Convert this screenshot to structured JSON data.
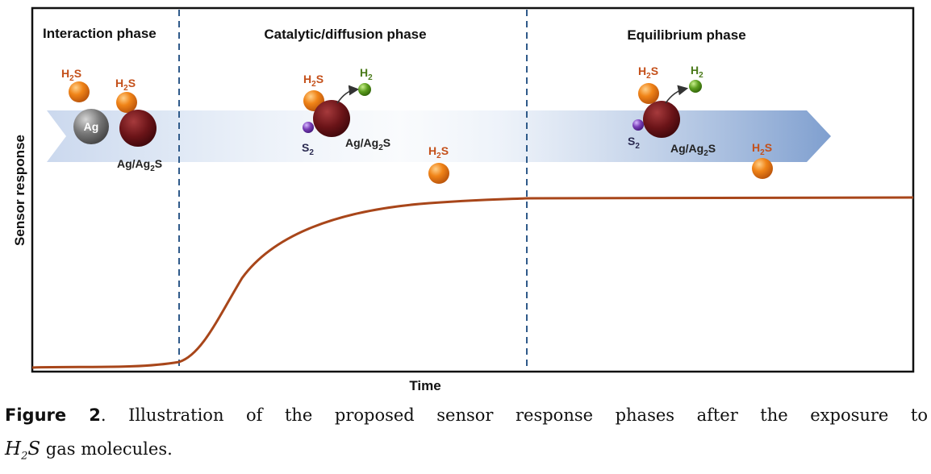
{
  "phases": {
    "interaction": "Interaction phase",
    "catalytic": "Catalytic/diffusion phase",
    "equilibrium": "Equilibrium phase"
  },
  "axes": {
    "x_label": "Time",
    "y_label": "Sensor response"
  },
  "molecules": {
    "h2s": "H2S",
    "h2": "H2",
    "s2": "S2",
    "ag": "Ag",
    "ag_ag2s": "Ag/Ag2S"
  },
  "caption": {
    "label": "Figure 2",
    "text_line1": ". Illustration of the proposed sensor response phases after the exposure to",
    "formula": "H2S",
    "text_line2": " gas molecules."
  },
  "colors": {
    "curve": "#a8461a",
    "divider": "#2f5a8a",
    "arrow": "#8fa9d0",
    "h2s_ball": "#ef7a12",
    "h2_ball": "#5a9a1e",
    "s2_ball": "#7a3fb0",
    "ag_ball": "#6d6d6d",
    "ag2s_ball": "#6b1418"
  }
}
